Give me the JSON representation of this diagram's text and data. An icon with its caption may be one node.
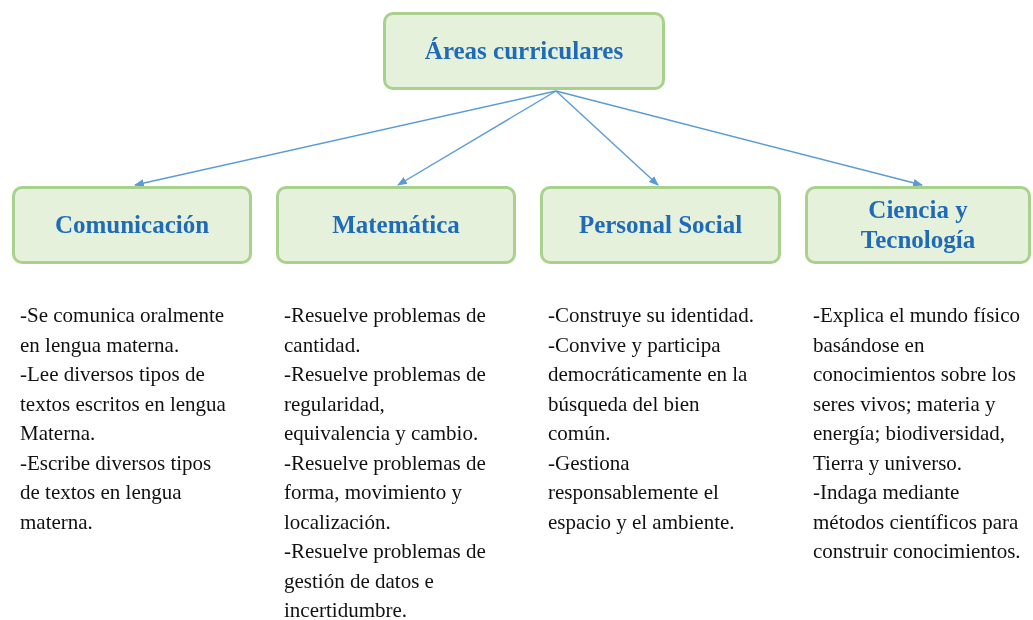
{
  "diagram": {
    "nodes": [
      {
        "text": [
          "Áreas curriculares"
        ]
      },
      {
        "text": [
          "Comunicación"
        ],
        "beside": [
          "-Se comunica oralmente en lengua materna.",
          "-Lee diversos tipos de textos escritos en lengua Materna.",
          "-Escribe diversos tipos de textos en lengua materna."
        ]
      },
      {
        "text": [
          "Matemática"
        ],
        "beside": [
          "-Resuelve problemas de cantidad.",
          "-Resuelve problemas de regularidad, equivalencia y cambio.",
          "-Resuelve problemas de forma, movimiento y localización.",
          "-Resuelve problemas de gestión de datos e incertidumbre."
        ]
      },
      {
        "text": [
          "Personal Social"
        ],
        "beside": [
          "-Construye su identidad.",
          "-Convive y participa democráticamente en la búsqueda del bien común.",
          "-Gestiona responsablemente el espacio y el ambiente."
        ]
      },
      {
        "text": [
          "Ciencia y Tecnología"
        ],
        "beside": [
          "-Explica el mundo físico basándose en conocimientos sobre los seres vivos; materia y energía; biodiversidad, Tierra y universo.",
          "-Indaga mediante métodos científicos para construir conocimientos."
        ]
      }
    ],
    "edges": [
      {
        "from": 0,
        "to": 1,
        "arrow": "to"
      },
      {
        "from": 0,
        "to": 2,
        "arrow": "to"
      },
      {
        "from": 0,
        "to": 3,
        "arrow": "to"
      },
      {
        "from": 0,
        "to": 4,
        "arrow": "to"
      }
    ]
  }
}
